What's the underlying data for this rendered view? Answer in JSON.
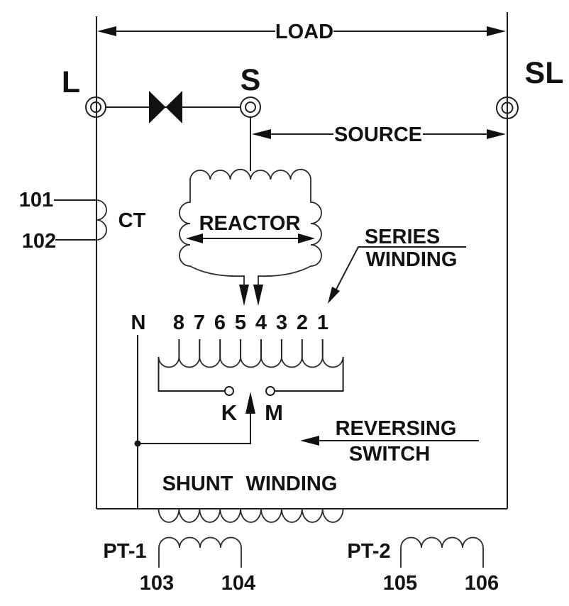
{
  "diagram": {
    "dimension_arrows": {
      "load": "LOAD",
      "source": "SOURCE"
    },
    "terminals": {
      "load_terminal": "L",
      "source_terminal": "S",
      "source_load_terminal": "SL",
      "neutral": "N",
      "contact_k": "K",
      "contact_m": "M"
    },
    "current_transformer": {
      "label": "CT",
      "terminal_top": "101",
      "terminal_bottom": "102"
    },
    "reactor": {
      "label": "REACTOR"
    },
    "series_winding_callout": {
      "line1": "SERIES",
      "line2": "WINDING"
    },
    "reversing_switch_callout": {
      "line1": "REVERSING",
      "line2": "SWITCH"
    },
    "shunt_winding": {
      "label": "SHUNT WINDING"
    },
    "taps": [
      "8",
      "7",
      "6",
      "5",
      "4",
      "3",
      "2",
      "1"
    ],
    "pt1": {
      "label": "PT-1",
      "terminal_left": "103",
      "terminal_right": "104"
    },
    "pt2": {
      "label": "PT-2",
      "terminal_left": "105",
      "terminal_right": "106"
    }
  }
}
